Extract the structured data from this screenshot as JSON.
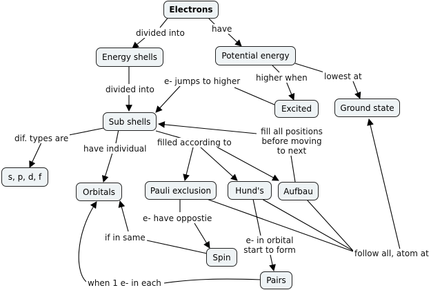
{
  "nodes": {
    "electrons": "Electrons",
    "energy_shells": "Energy shells",
    "potential_energy": "Potential energy",
    "sub_shells": "Sub shells",
    "excited": "Excited",
    "ground_state": "Ground state",
    "spdf": "s, p, d, f",
    "orbitals": "Orbitals",
    "pauli": "Pauli exclusion",
    "hunds": "Hund's",
    "aufbau": "Aufbau",
    "spin": "Spin",
    "pairs": "Pairs"
  },
  "links": {
    "divided_into_1": "divided into",
    "have": "have",
    "divided_into_2": "divided into",
    "e_jumps": "e- jumps to higher",
    "higher_when": "higher when",
    "lowest_at": "lowest at",
    "dif_types": "dif. types are",
    "have_individual": "have individual",
    "filled_according": "filled according to",
    "fill_all_1": "fill all positions",
    "fill_all_2": "before moving",
    "fill_all_3": "to next",
    "e_have_opposite": "e- have oppostie",
    "if_in_same": "if in same",
    "e_in_orbital_1": "e- in orbital",
    "e_in_orbital_2": "start to form",
    "follow_all": "follow all, atom at",
    "when_1e": "when 1 e- in each"
  }
}
